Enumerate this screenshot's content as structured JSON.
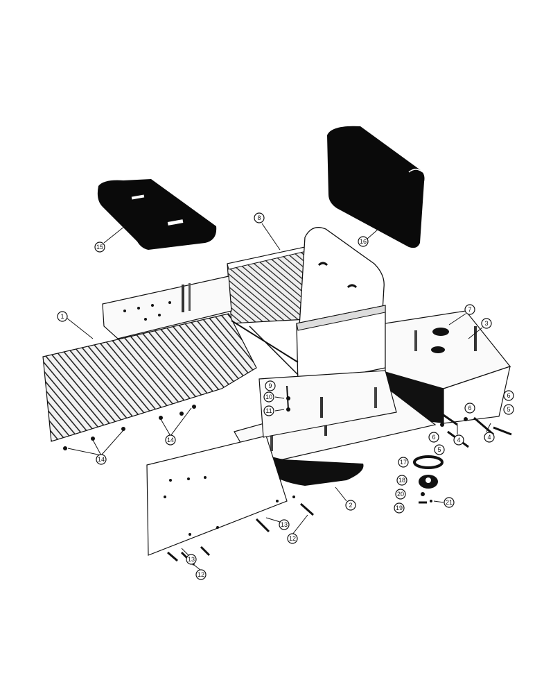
{
  "callouts": [
    {
      "id": "c1",
      "label": "1"
    },
    {
      "id": "c2",
      "label": "2"
    },
    {
      "id": "c3",
      "label": "3"
    },
    {
      "id": "c4a",
      "label": "4"
    },
    {
      "id": "c4b",
      "label": "4"
    },
    {
      "id": "c5a",
      "label": "5"
    },
    {
      "id": "c5b",
      "label": "5"
    },
    {
      "id": "c6a",
      "label": "6"
    },
    {
      "id": "c6b",
      "label": "6"
    },
    {
      "id": "c6c",
      "label": "6"
    },
    {
      "id": "c7",
      "label": "7"
    },
    {
      "id": "c8",
      "label": "8"
    },
    {
      "id": "c9",
      "label": "9"
    },
    {
      "id": "c10",
      "label": "10"
    },
    {
      "id": "c11",
      "label": "11"
    },
    {
      "id": "c12a",
      "label": "12"
    },
    {
      "id": "c12b",
      "label": "12"
    },
    {
      "id": "c13a",
      "label": "13"
    },
    {
      "id": "c13b",
      "label": "13"
    },
    {
      "id": "c14a",
      "label": "14"
    },
    {
      "id": "c14b",
      "label": "14"
    },
    {
      "id": "c15",
      "label": "15"
    },
    {
      "id": "c16",
      "label": "16"
    },
    {
      "id": "c17",
      "label": "17"
    },
    {
      "id": "c18",
      "label": "18"
    },
    {
      "id": "c19",
      "label": "19"
    },
    {
      "id": "c20",
      "label": "20"
    },
    {
      "id": "c21",
      "label": "21"
    }
  ]
}
